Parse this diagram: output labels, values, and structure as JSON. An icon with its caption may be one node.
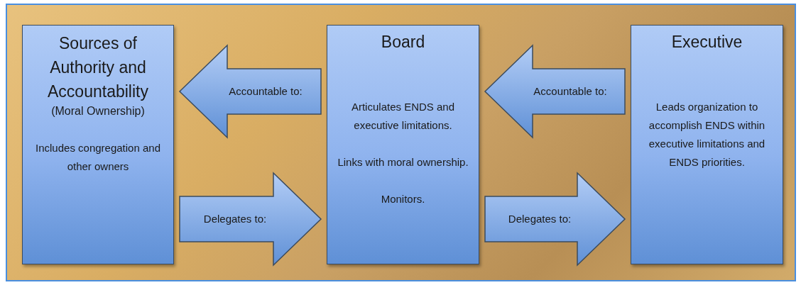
{
  "diagram": {
    "nodes": [
      {
        "text": [
          "Sources of Authority and Accountability",
          "(Moral Ownership)",
          "Includes congregation and other owners"
        ]
      },
      {
        "text": [
          "Board",
          "Articulates ENDS and executive limitations.",
          "Links with moral ownership.",
          "Monitors."
        ]
      },
      {
        "text": [
          "Executive",
          "Leads organization to accomplish ENDS within executive limitations and ENDS priorities."
        ]
      }
    ],
    "edges": [
      {
        "from": 1,
        "to": 0,
        "arrow": "to",
        "label": "Accountable to:"
      },
      {
        "from": 0,
        "to": 1,
        "arrow": "to",
        "label": "Delegates to:"
      },
      {
        "from": 2,
        "to": 1,
        "arrow": "to",
        "label": "Accountable to:"
      },
      {
        "from": 1,
        "to": 2,
        "arrow": "to",
        "label": "Delegates to:"
      }
    ]
  }
}
